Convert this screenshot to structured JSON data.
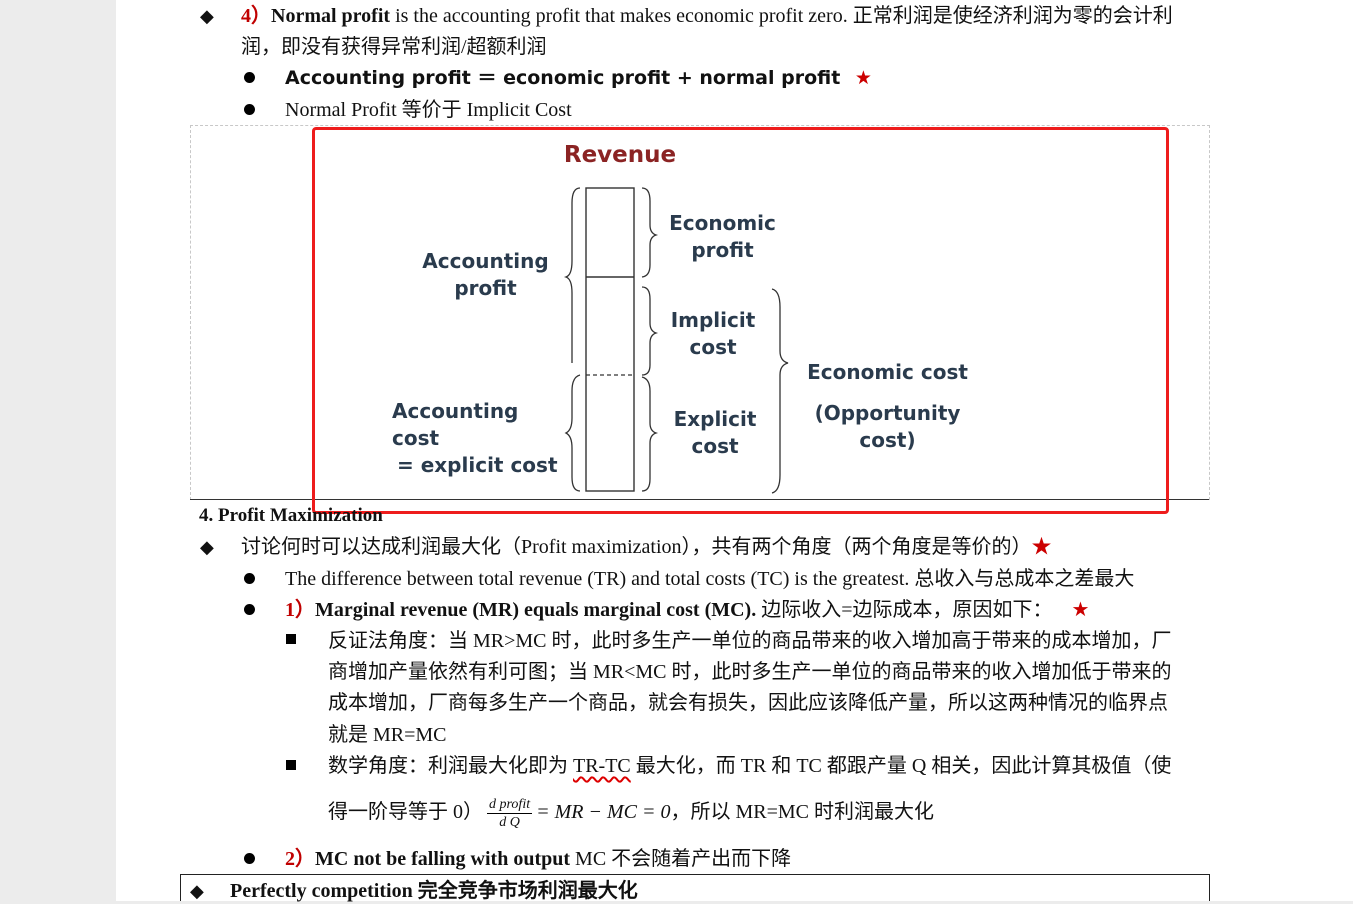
{
  "section_normal_profit": {
    "num": "4）",
    "term": "Normal profit",
    "text": " is the accounting profit that makes economic profit zero.",
    "cn_line1": "正常利润是使经济利润为零的会计利",
    "cn_line2": "润，即没有获得异常利润/超额利润",
    "formula": "Accounting profit ＝ economic profit + normal profit",
    "star": "★",
    "implicit": "Normal Profit 等价于 Implicit Cost"
  },
  "diagram": {
    "title": "Revenue",
    "economic_profit": [
      "Economic",
      "profit"
    ],
    "accounting_profit": [
      "Accounting",
      "profit"
    ],
    "implicit_cost": [
      "Implicit",
      "cost"
    ],
    "explicit_cost": [
      "Explicit",
      "cost"
    ],
    "accounting_cost": [
      "Accounting cost",
      "= explicit cost"
    ],
    "economic_cost": "Economic cost",
    "opportunity_cost": "(Opportunity cost)",
    "colors": {
      "title": "#8b2323",
      "labels": "#2a3b4d",
      "highlight": "#ee1c1c"
    }
  },
  "section_profit_max": {
    "heading": "4. Profit Maximization",
    "intro": "讨论何时可以达成利润最大化（Profit maximization），共有两个角度（两个角度是等价的）",
    "diff": "The difference between total revenue (TR) and total costs (TC) is the greatest. 总收入与总成本之差最大",
    "mr_num": "1）",
    "mr_bold": "Marginal revenue (MR) equals marginal cost (MC).",
    "mr_cn": " 边际收入=边际成本，原因如下：",
    "reason1": [
      "反证法角度：当 MR>MC 时，此时多生产一单位的商品带来的收入增加高于带来的成本增加，厂",
      "商增加产量依然有利可图；当 MR<MC 时，此时多生产一单位的商品带来的收入增加低于带来的",
      "成本增加，厂商每多生产一个商品，就会有损失，因此应该降低产量，所以这两种情况的临界点",
      "就是 MR=MC"
    ],
    "reason2_pre": "数学角度：利润最大化即为 ",
    "reason2_wavy": "TR-TC",
    "reason2_post": " 最大化，而 TR 和 TC 都跟产量 Q 相关，因此计算其极值（使",
    "reason2_line2_pre": "得一阶导等于 0）",
    "frac_num": "d profit",
    "frac_den": "d Q",
    "math_eq": "= MR − MC = 0",
    "reason2_line2_post": "，所以 MR=MC 时利润最大化",
    "mc_num": "2）",
    "mc_bold": "MC not be falling with output",
    "mc_cn": " MC 不会随着产出而下降",
    "perfect": "Perfectly competition 完全竞争市场利润最大化"
  }
}
